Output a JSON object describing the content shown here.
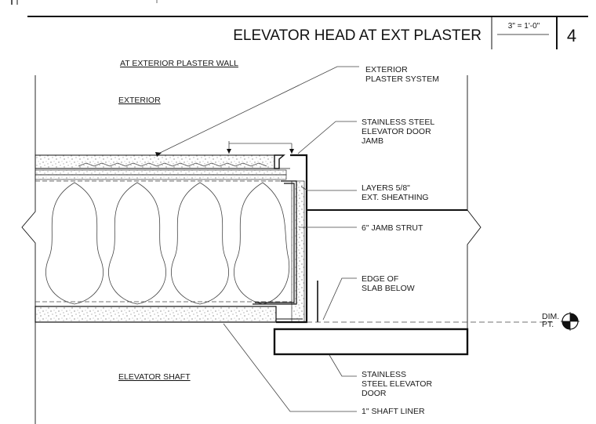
{
  "title_block": {
    "title": "ELEVATOR HEAD AT EXT PLASTER",
    "scale": "3\" = 1'-0\"",
    "detail_number": "4"
  },
  "zones": {
    "wall_type": "AT EXTERIOR PLASTER WALL",
    "exterior": "EXTERIOR",
    "elevator_shaft": "ELEVATOR SHAFT"
  },
  "callouts": {
    "exterior_plaster": [
      "EXTERIOR",
      "PLASTER SYSTEM"
    ],
    "door_jamb": [
      "STAINLESS STEEL",
      "ELEVATOR DOOR",
      "JAMB"
    ],
    "sheathing": [
      "LAYERS 5/8\"",
      "EXT. SHEATHING"
    ],
    "jamb_strut": "6\" JAMB STRUT",
    "slab_edge": [
      "EDGE OF",
      "SLAB  BELOW"
    ],
    "elevator_door": [
      "STAINLESS",
      "STEEL ELEVATOR",
      "DOOR"
    ],
    "shaft_liner": "1\" SHAFT LINER",
    "dim_pt": [
      "DIM.",
      "PT."
    ]
  },
  "colors": {
    "line": "#111111",
    "fill_dark": "#111111"
  }
}
